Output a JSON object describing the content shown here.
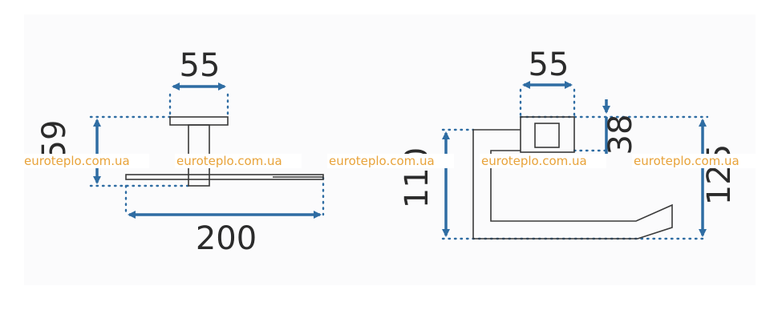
{
  "colors": {
    "line": "#3a3a3a",
    "arrow": "#2f6da3",
    "watermark": "#e8a33a",
    "background": "#ffffff",
    "panel": "#fbfbfc"
  },
  "dimensions": {
    "left_top_width": "55",
    "left_height": "59",
    "left_total_width": "200",
    "right_top_width": "55",
    "right_inner_height": "38",
    "right_height_left": "110",
    "right_height_total": "125"
  },
  "watermark": {
    "text": "euroteplo.com.ua"
  }
}
